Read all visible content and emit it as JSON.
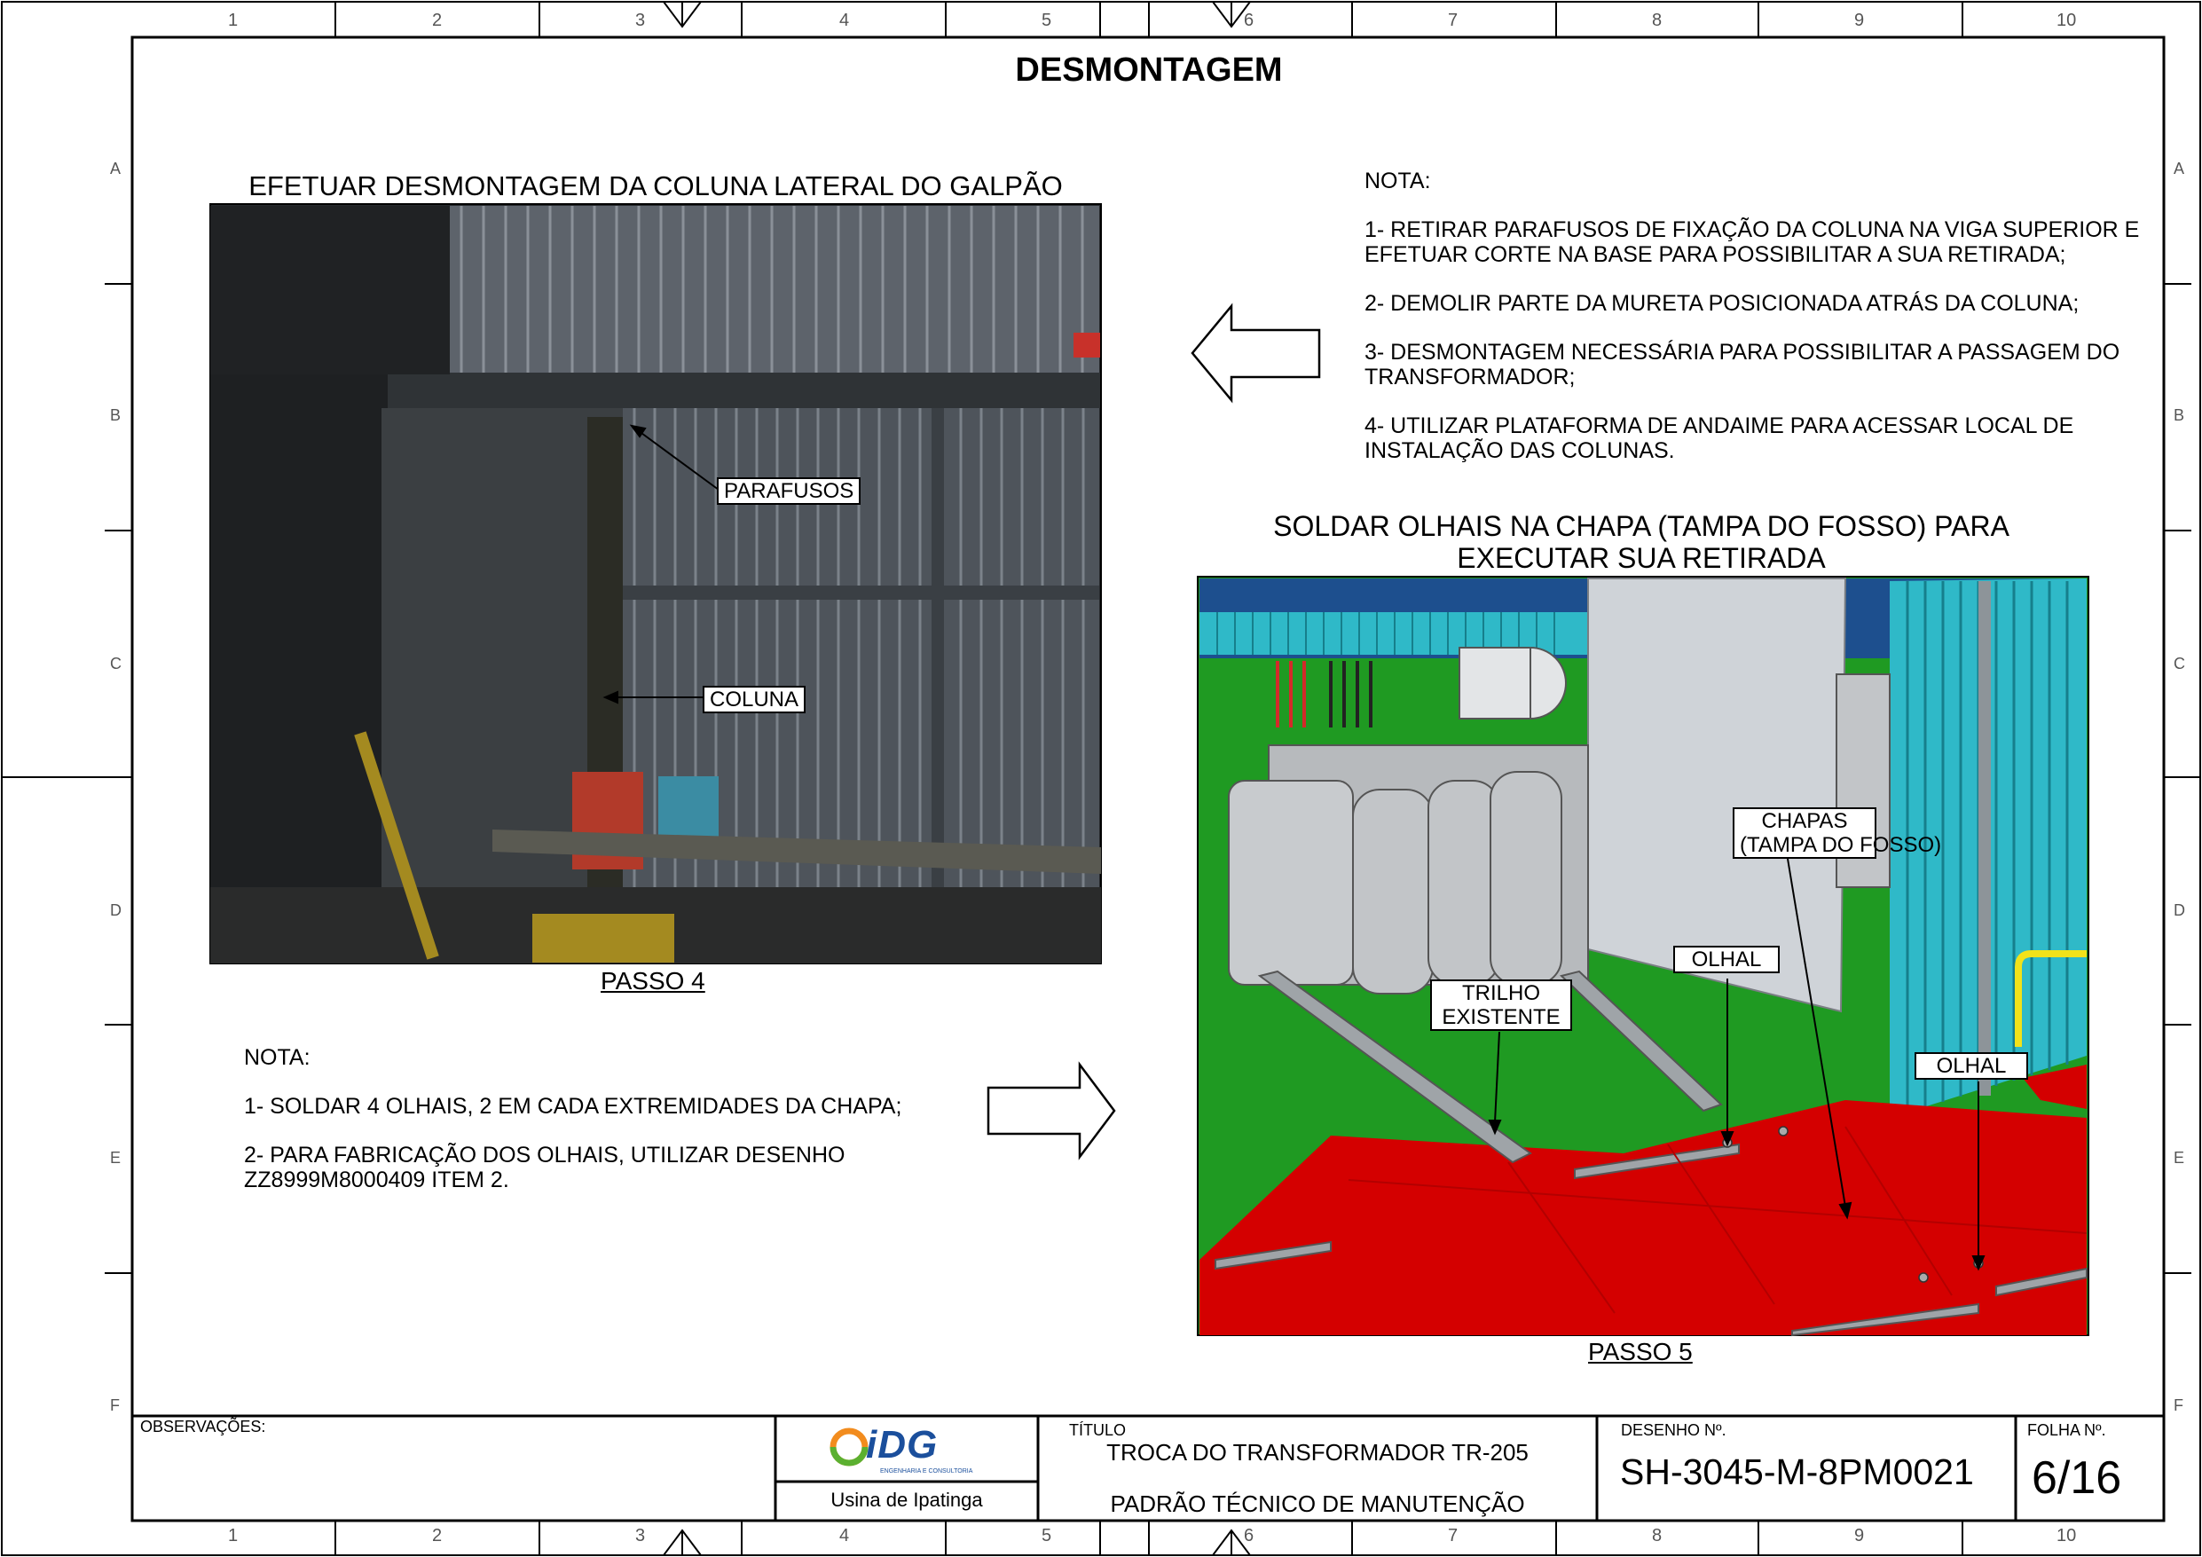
{
  "sheet": {
    "title": "DESMONTAGEM",
    "col_numbers": [
      "1",
      "2",
      "3",
      "4",
      "5",
      "6",
      "7",
      "8",
      "9",
      "10"
    ],
    "row_letters": [
      "A",
      "B",
      "C",
      "D",
      "E",
      "F"
    ]
  },
  "step4": {
    "heading": "EFETUAR DESMONTAGEM DA COLUNA LATERAL DO GALPÃO",
    "caption": "PASSO 4",
    "callouts": {
      "parafusos": "PARAFUSOS",
      "coluna": "COLUNA"
    }
  },
  "note_top": {
    "title": "NOTA:",
    "items": [
      "1- RETIRAR PARAFUSOS DE FIXAÇÃO DA COLUNA NA VIGA SUPERIOR E\nEFETUAR CORTE NA BASE PARA POSSIBILITAR A SUA RETIRADA;",
      "2- DEMOLIR PARTE DA MURETA POSICIONADA ATRÁS DA COLUNA;",
      "3- DESMONTAGEM NECESSÁRIA PARA POSSIBILITAR A PASSAGEM DO\nTRANSFORMADOR;",
      "4- UTILIZAR PLATAFORMA DE ANDAIME PARA ACESSAR LOCAL DE\nINSTALAÇÃO DAS COLUNAS."
    ]
  },
  "step5": {
    "heading_line1": "SOLDAR OLHAIS NA CHAPA (TAMPA DO FOSSO) PARA",
    "heading_line2": "EXECUTAR SUA RETIRADA",
    "caption": "PASSO 5",
    "callouts": {
      "chapas_line1": "CHAPAS",
      "chapas_line2": "(TAMPA DO FOSSO)",
      "olhal": "OLHAL",
      "trilho_line1": "TRILHO",
      "trilho_line2": "EXISTENTE"
    }
  },
  "note_bottom": {
    "title": "NOTA:",
    "items": [
      "1- SOLDAR 4 OLHAIS, 2 EM CADA EXTREMIDADES DA CHAPA;",
      "2- PARA FABRICAÇÃO DOS OLHAIS, UTILIZAR DESENHO\nZZ8999M8000409 ITEM 2."
    ]
  },
  "title_block": {
    "observacoes_label": "OBSERVAÇÕES:",
    "logo_text": "iDG",
    "logo_subtext": "ENGENHARIA E CONSULTORIA",
    "plant": "Usina de Ipatinga",
    "titulo_label": "TÍTULO",
    "titulo_line1": "TROCA DO TRANSFORMADOR TR-205",
    "titulo_line2": "PADRÃO TÉCNICO DE MANUTENÇÃO",
    "desenho_label": "DESENHO Nº.",
    "desenho_value": "SH-3045-M-8PM0021",
    "folha_label": "FOLHA Nº.",
    "folha_value": "6/16"
  },
  "colors": {
    "floor_green": "#1f9a22",
    "cover_red": "#d40000",
    "wall_cyan": "#2fb9c8",
    "sky_blue": "#1d4f8e",
    "photo_dark": "#2a2d30",
    "logo_orange": "#f28c1e",
    "logo_blue": "#1b4f9c",
    "logo_green": "#5bb030"
  }
}
